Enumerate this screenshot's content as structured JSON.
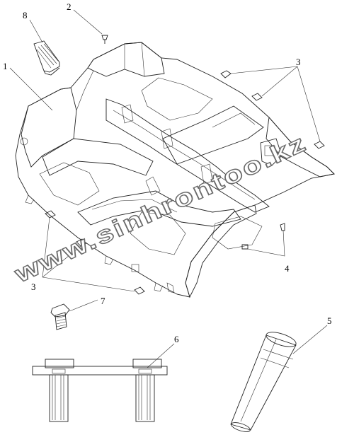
{
  "diagram": {
    "callouts": {
      "c1": "1",
      "c2": "2",
      "c3a": "3",
      "c3b": "3",
      "c4": "4",
      "c5": "5",
      "c6": "6",
      "c7": "7",
      "c8": "8"
    },
    "watermark": "www.sinhrontoo.kz",
    "colors": {
      "line": "#222222",
      "fill": "#ffffff",
      "shade": "#d8d8d8",
      "watermark_outline": "#6a6a6a"
    }
  }
}
